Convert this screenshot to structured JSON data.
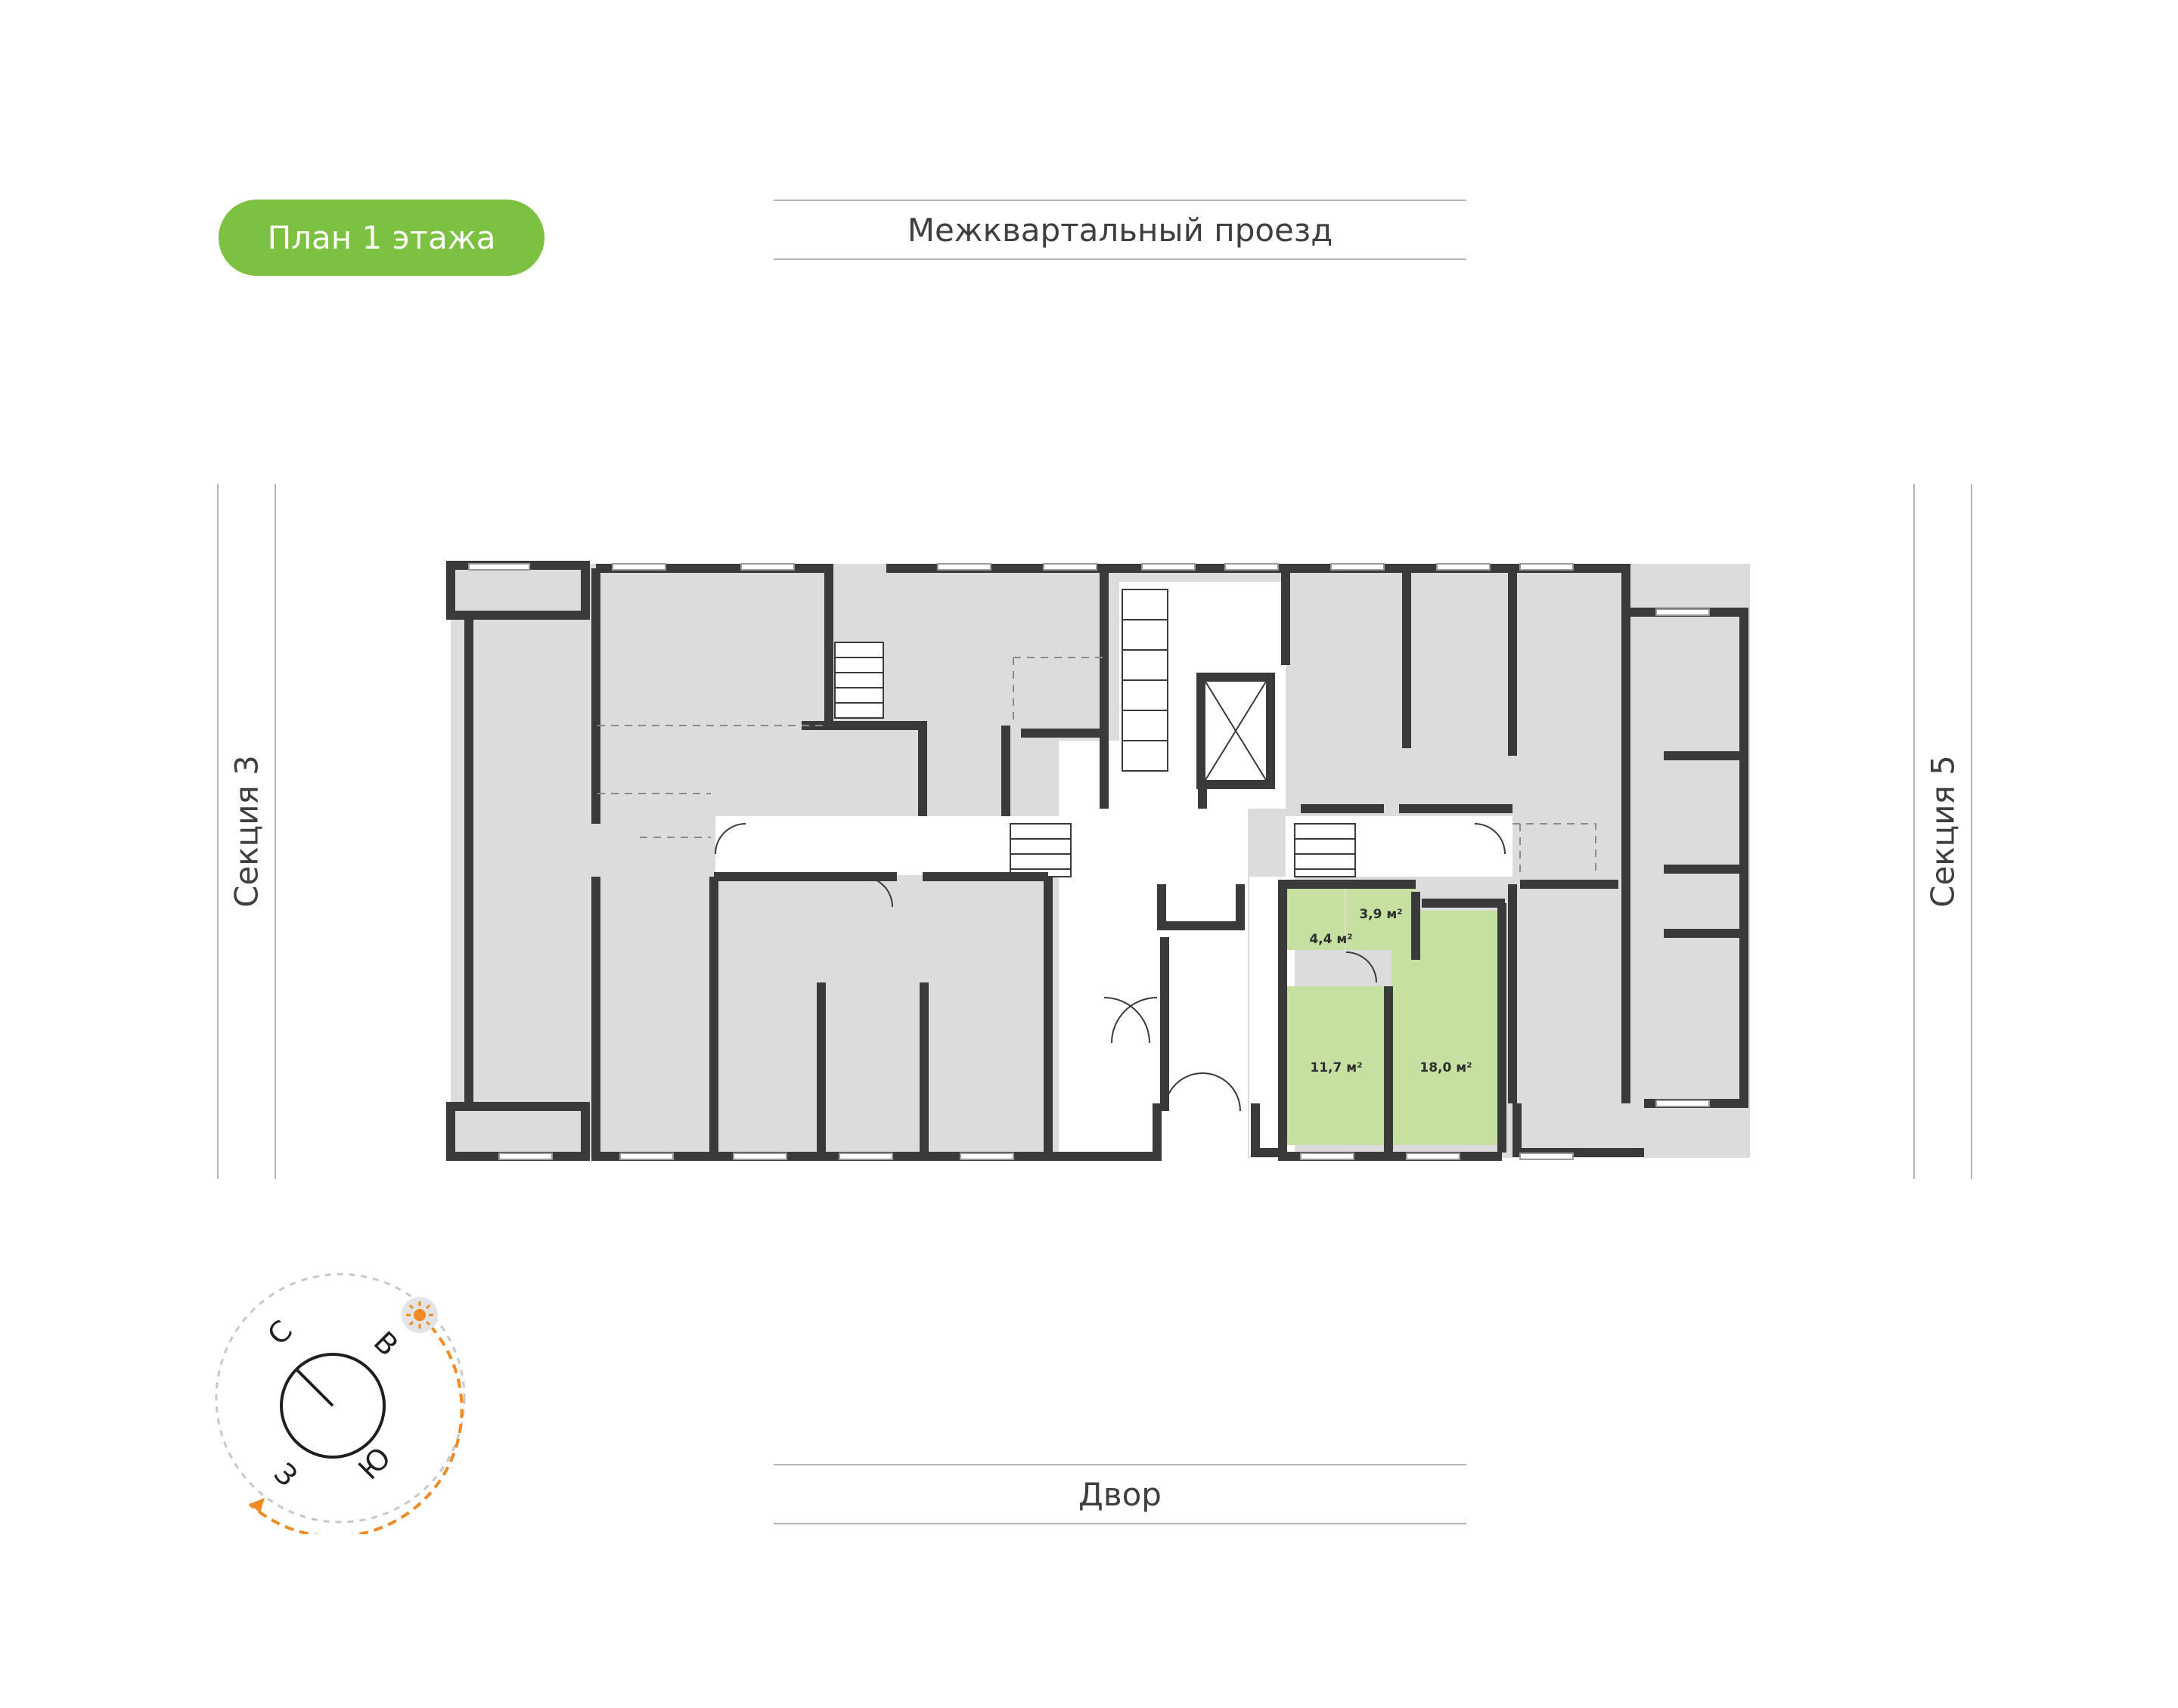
{
  "plan_title": "План 1 этажа",
  "street_top": "Межквартальный проезд",
  "street_bottom": "Двор",
  "section_left": "Секция 3",
  "section_right": "Секция 5",
  "apartment": {
    "rooms": [
      {
        "label": "4,4 м²"
      },
      {
        "label": "3,9 м²"
      },
      {
        "label": "11,7 м²"
      },
      {
        "label": "18,0 м²"
      }
    ]
  },
  "compass": {
    "north": "С",
    "east": "В",
    "south": "Ю",
    "west": "З",
    "sun_icon": "sun-icon"
  },
  "colors": {
    "highlight": "#c5e0a0",
    "badge": "#7dc142",
    "room_fill": "#dcdcdc",
    "wall": "#3a3a3a",
    "sun_path": "#f08a24"
  }
}
